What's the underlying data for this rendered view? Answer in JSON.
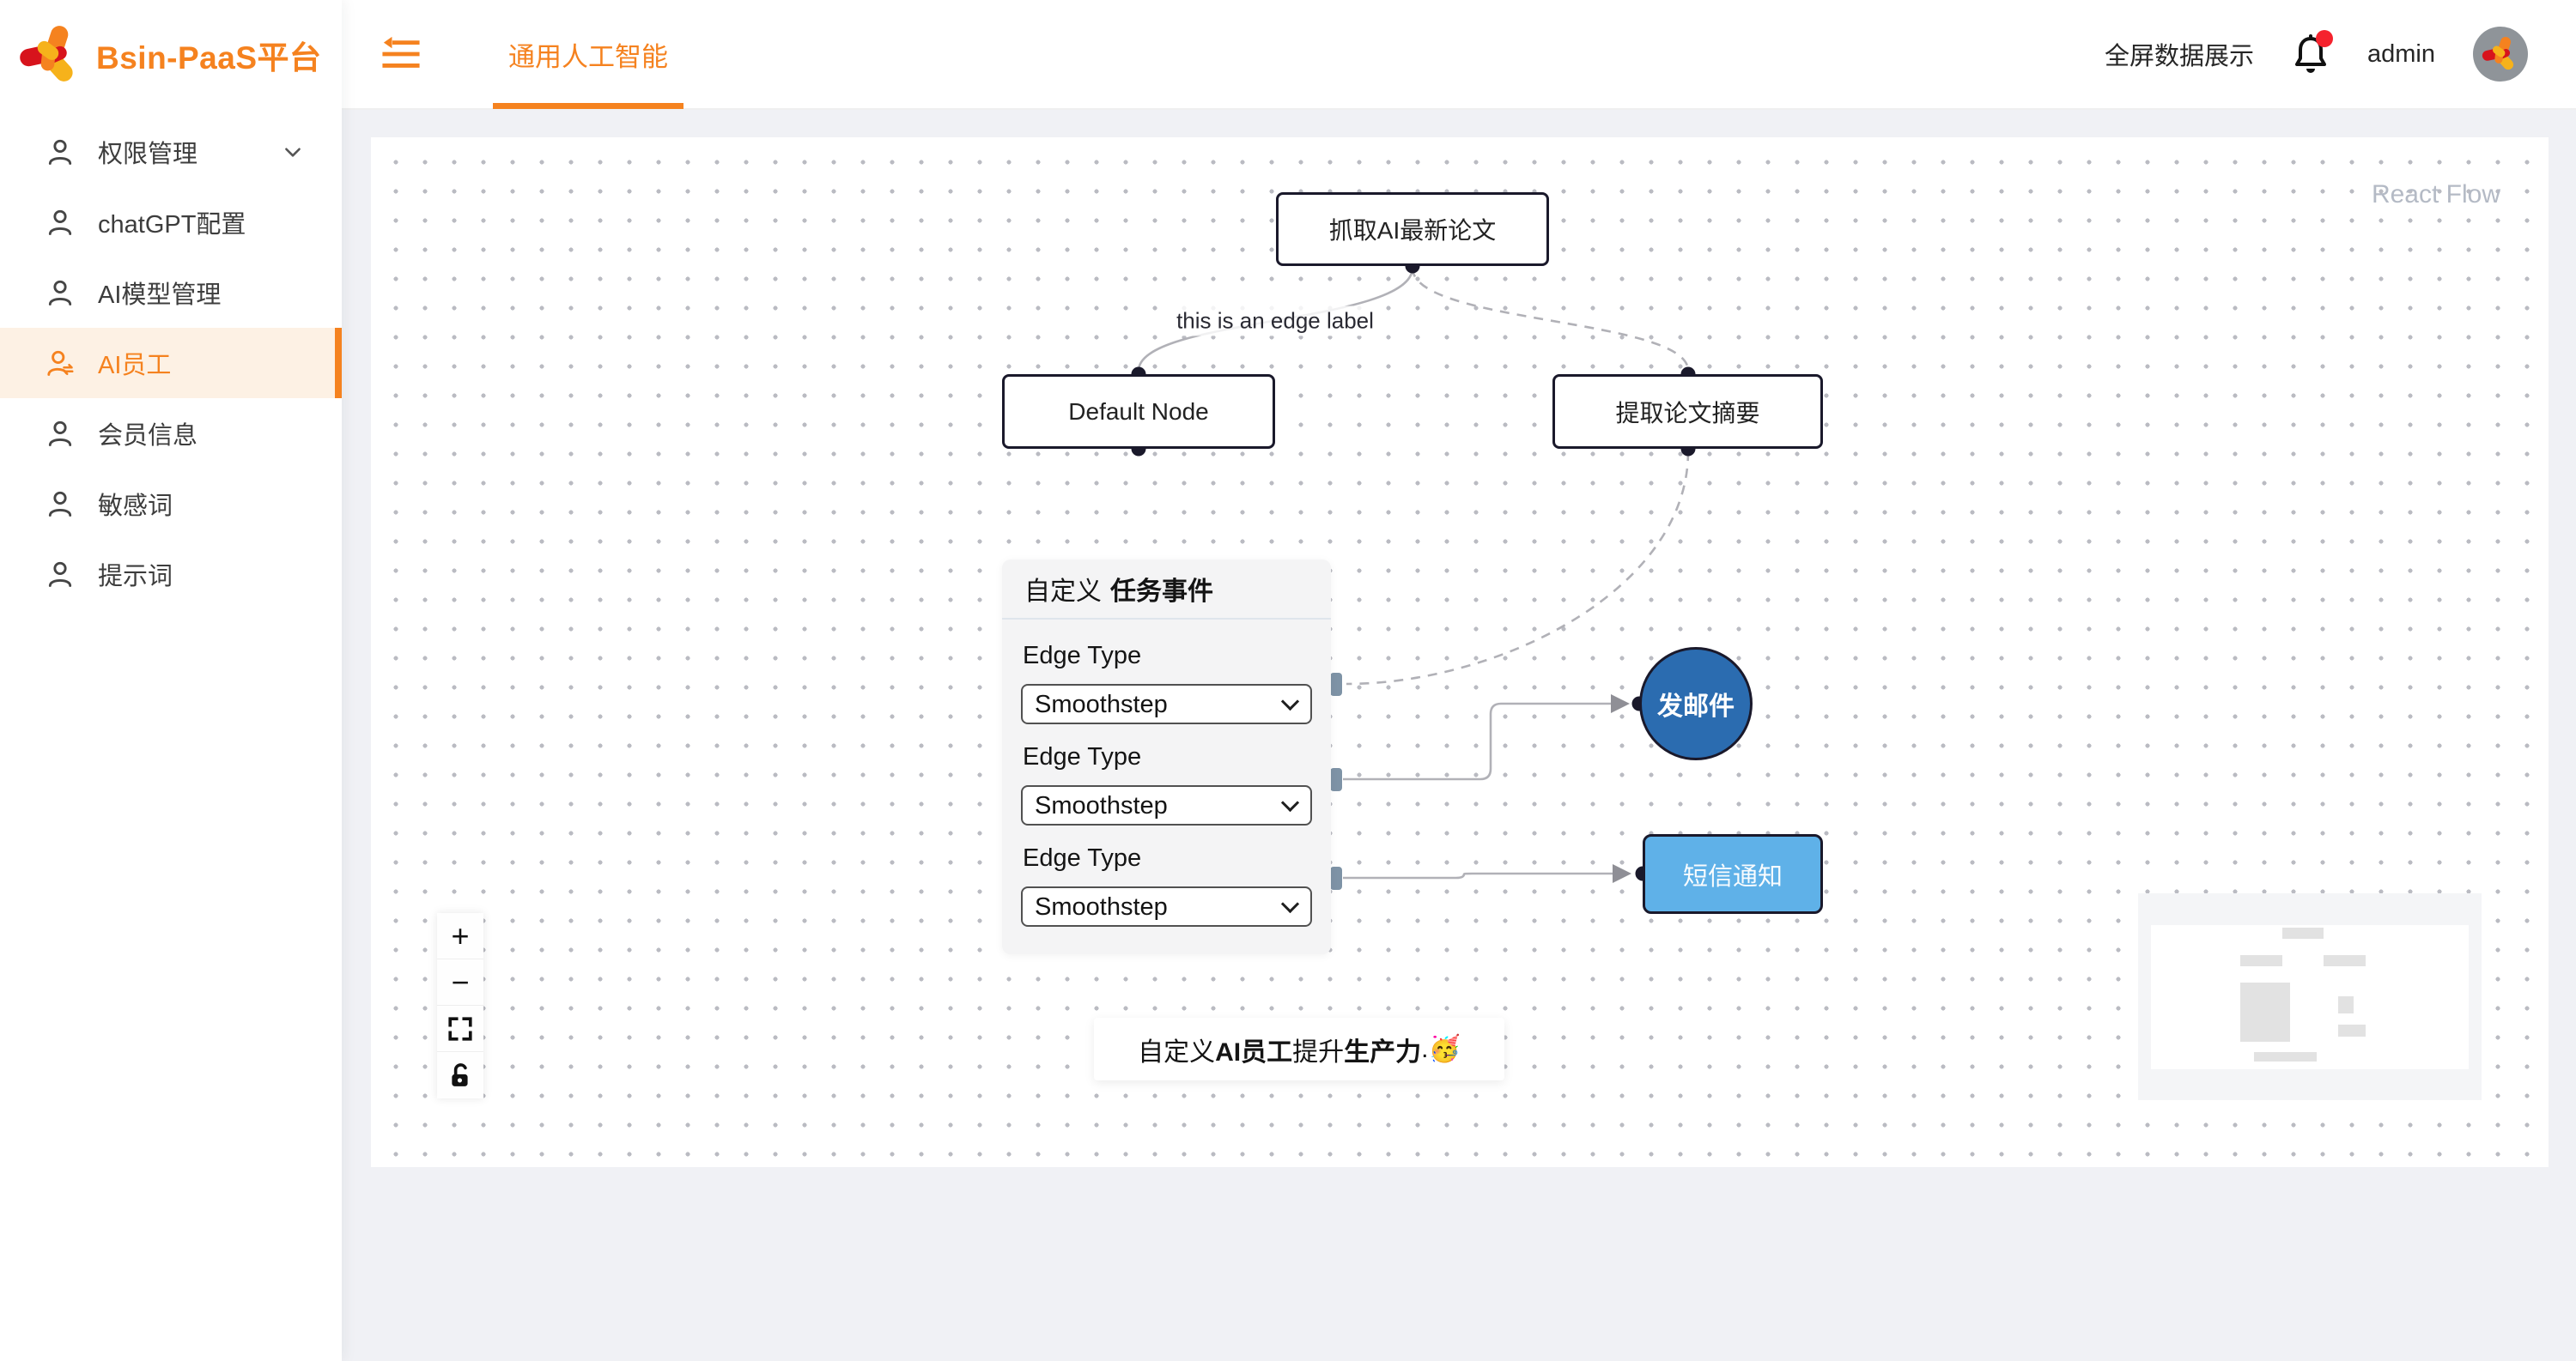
{
  "app": {
    "brand": "Bsin-PaaS平台"
  },
  "header": {
    "tab": "通用人工智能",
    "fullscreen_label": "全屏数据展示",
    "username": "admin",
    "icons": [
      "menu-fold-icon",
      "bell-icon",
      "avatar"
    ]
  },
  "sidebar": {
    "items": [
      {
        "label": "权限管理",
        "active": false,
        "has_arrow": true
      },
      {
        "label": "chatGPT配置",
        "active": false,
        "has_arrow": false
      },
      {
        "label": "AI模型管理",
        "active": false,
        "has_arrow": false
      },
      {
        "label": "AI员工",
        "active": true,
        "has_arrow": false
      },
      {
        "label": "会员信息",
        "active": false,
        "has_arrow": false
      },
      {
        "label": "敏感词",
        "active": false,
        "has_arrow": false
      },
      {
        "label": "提示词",
        "active": false,
        "has_arrow": false
      }
    ]
  },
  "canvas": {
    "attribution": "React Flow",
    "nodes": {
      "paper": "抓取AI最新论文",
      "default": "Default Node",
      "summary": "提取论文摘要",
      "email": "发邮件",
      "sms": "短信通知"
    },
    "edge_label": "this is an edge label",
    "panel": {
      "title_prefix": "自定义",
      "title_bold": "任务事件",
      "sections": [
        {
          "label": "Edge Type",
          "value": "Smoothstep"
        },
        {
          "label": "Edge Type",
          "value": "Smoothstep"
        },
        {
          "label": "Edge Type",
          "value": "Smoothstep"
        }
      ]
    },
    "promo": {
      "p1": "自定义 ",
      "b1": "AI员工",
      "p2": " 提升 ",
      "b2": "生产力",
      "p3": ". ",
      "emoji": "🥳"
    },
    "controls": {
      "zoom_in_glyph": "+",
      "zoom_out_glyph": "−",
      "icons": [
        "zoom-in-icon",
        "zoom-out-icon",
        "fit-view-icon",
        "lock-icon"
      ]
    }
  },
  "colors": {
    "brand_orange": "#f5821f",
    "active_item_bg": "#fdf1e4",
    "content_bg": "#f0f1f5",
    "node_border": "#1a192b",
    "edge_gray": "#b1b1b7",
    "email_node_blue": "#2b6cb0",
    "sms_node_blue": "#5fb1e8",
    "handle_slate": "#7e93a6",
    "badge_red": "#f5222d"
  }
}
